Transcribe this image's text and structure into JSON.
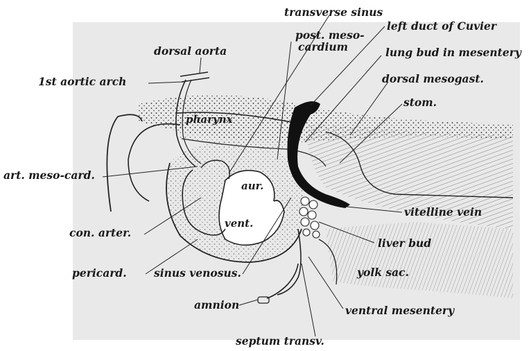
{
  "figure": {
    "labels": {
      "transverse_sinus": "transverse sinus",
      "post_meso_cardium_1": "post. meso-",
      "post_meso_cardium_2": "cardium",
      "left_duct_of_cuvier": "left duct of Cuvier",
      "dorsal_aorta": "dorsal aorta",
      "lung_bud_in_mesentery": "lung bud in mesentery",
      "first_aortic_arch": "1st aortic arch",
      "dorsal_mesogast": "dorsal mesogast.",
      "stom": "stom.",
      "pharynx": "pharynx",
      "art_meso_card": "art. meso-card.",
      "aur": "aur.",
      "vent": "vent.",
      "vitelline_vein": "vitelline vein",
      "con_arter": "con. arter.",
      "liver_bud": "liver bud",
      "pericard": "pericard.",
      "sinus_venosus": "sinus venosus.",
      "yolk_sac": "yolk sac.",
      "amnion": "amnion",
      "ventral_mesentery": "ventral mesentery",
      "septum_transv": "septum transv."
    },
    "colors": {
      "background": "#ffffff",
      "panel": "#e9e9e9",
      "ink": "#1a1a1a"
    }
  }
}
